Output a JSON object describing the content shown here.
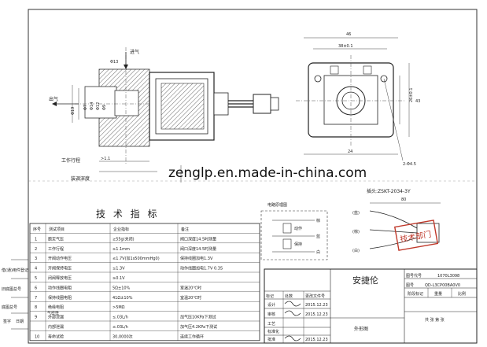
{
  "drawing": {
    "inlet_label": "进气",
    "outlet_label": "出气",
    "dim_phi": "Φ13",
    "phi_a": "Φ19",
    "phi_b": "Φ7",
    "phi_c": "Φ14",
    "phi_d": "Φ12",
    "phi_e": "Φ9",
    "stroke_label": "工作行程",
    "stroke_value": ">1.1",
    "depth_label": "装调深度",
    "width_46": "46",
    "width_38": "38±0.1",
    "h_26": "26±0.1",
    "h_43": "43",
    "h_24": "24",
    "hole_label": "2-Φ4.5",
    "connector": "插头:ZSKT-2034-3Y",
    "wire_len": "80",
    "circuit_title": "电路原理图",
    "circuit_labels": [
      "动作",
      "保持",
      "棕",
      "蓝",
      "白"
    ],
    "right_labels": [
      "(蓝)",
      "(棕)",
      "(白)"
    ]
  },
  "watermark": "zenglp.en.made-in-china.com",
  "tech": {
    "title": "技 术 指 标",
    "headers": [
      "序号",
      "测试项目",
      "企业指标",
      "备注"
    ],
    "rows": [
      {
        "no": "1",
        "item": "额定气压",
        "spec": "≥55g(关闭)",
        "note": "阀口深度14.5时测量"
      },
      {
        "no": "2",
        "item": "工作行程",
        "spec": "≥1.1mm",
        "note": "阀口深度14.5时测量"
      },
      {
        "no": "3",
        "item": "开阀动作电压",
        "spec": "≤1.7V(加1s500mmHg0)",
        "note": "保持线圈加电1.3V"
      },
      {
        "no": "4",
        "item": "开阀保持电压",
        "spec": "≤1.3V",
        "note": "动作线圈加电1.7V 0.3S"
      },
      {
        "no": "5",
        "item": "闭阀释放电压",
        "spec": "≥0.1V",
        "note": ""
      },
      {
        "no": "6",
        "item": "动作线圈电阻",
        "spec": "5Ω±10%",
        "note": "室温20℃时"
      },
      {
        "no": "7",
        "item": "保持线圈电阻",
        "spec": "41Ω±10%",
        "note": "室温20℃时"
      },
      {
        "no": "8",
        "item": "绝缘电阻",
        "spec": ">5MΩ",
        "note": ""
      },
      {
        "no": "9",
        "item": "外部泄漏",
        "spec": "≤.03L/h",
        "note": "加气压10KPa下测试"
      },
      {
        "no": "",
        "item": "内部泄漏",
        "spec": "≤.03L/h",
        "note": "加气压4.2KPa下测试"
      },
      {
        "no": "10",
        "item": "寿命试验",
        "spec": "30,0000次",
        "note": "连续工作循环"
      }
    ],
    "row9_group": "气密性"
  },
  "left_margin": [
    "借(通)用件登记",
    "旧底图总号",
    "底图总号",
    "签字",
    "日期"
  ],
  "title_block": {
    "company": "安捷伦",
    "doc_code_label": "图号代号",
    "doc_code": "1070L3098",
    "drawing_no_label": "图号",
    "drawing_no": "QD-L3CP00BA0V0",
    "cells": [
      "阶段标记",
      "重量",
      "比例"
    ],
    "sub_cells": [
      "标记",
      "处数",
      "更改文件号",
      "签字",
      "日期"
    ],
    "roles": [
      "设计",
      "审核",
      "工艺",
      "标准化",
      "批准"
    ],
    "sig1": "2015.12.23",
    "sig2": "2015.12.23",
    "sig3": "2015.12.23",
    "sheet_label": "共 张 第 张",
    "bottom": "外形图"
  },
  "stamp": "技术部门"
}
